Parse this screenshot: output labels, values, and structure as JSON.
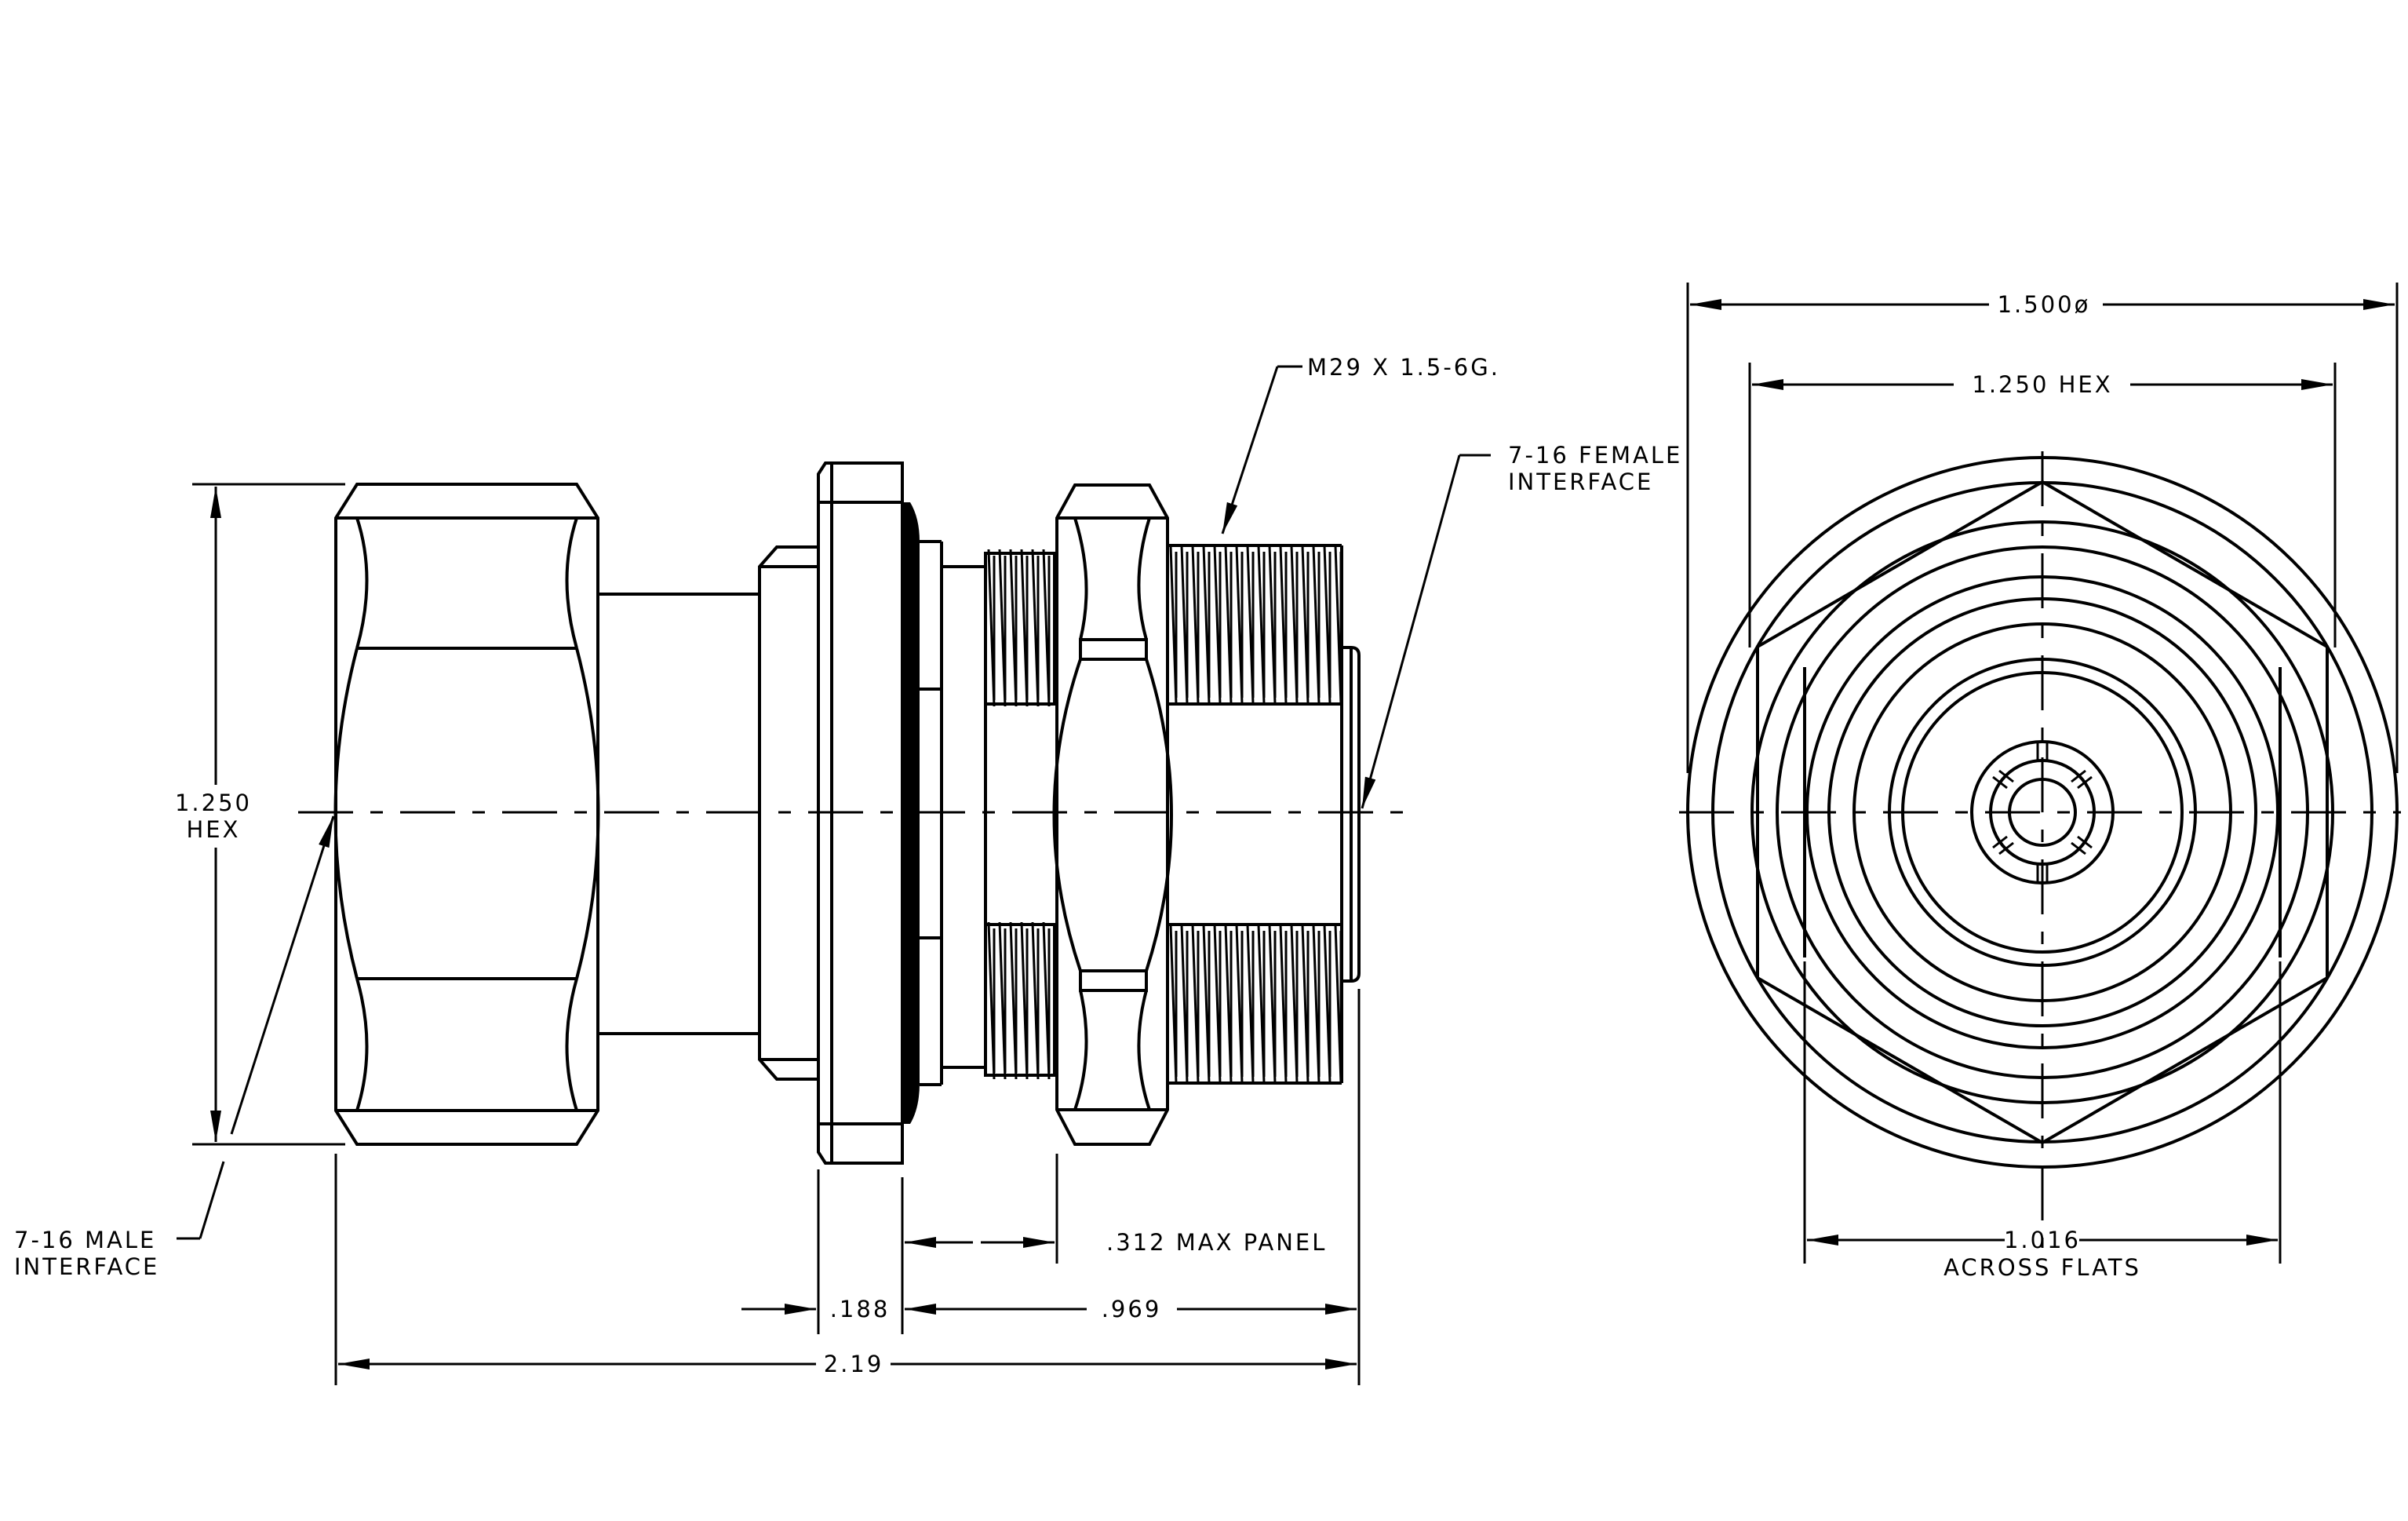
{
  "labels": {
    "thread_spec": "M29 X 1.5-6G.",
    "female_interface_line1": "7-16 FEMALE",
    "female_interface_line2": "INTERFACE",
    "male_interface_line1": "7-16 MALE",
    "male_interface_line2": "INTERFACE",
    "hex_side_line1": "1.250",
    "hex_side_line2": "HEX",
    "max_panel": ".312 MAX PANEL",
    "dim_188": ".188",
    "dim_969": ".969",
    "dim_219": "2.19",
    "dia_1500": "1.500ø",
    "hex_front": "1.250 HEX",
    "flats_line1": "1.016",
    "flats_line2": "ACROSS FLATS"
  },
  "colors": {
    "ink": "#000000",
    "paper": "#ffffff"
  }
}
